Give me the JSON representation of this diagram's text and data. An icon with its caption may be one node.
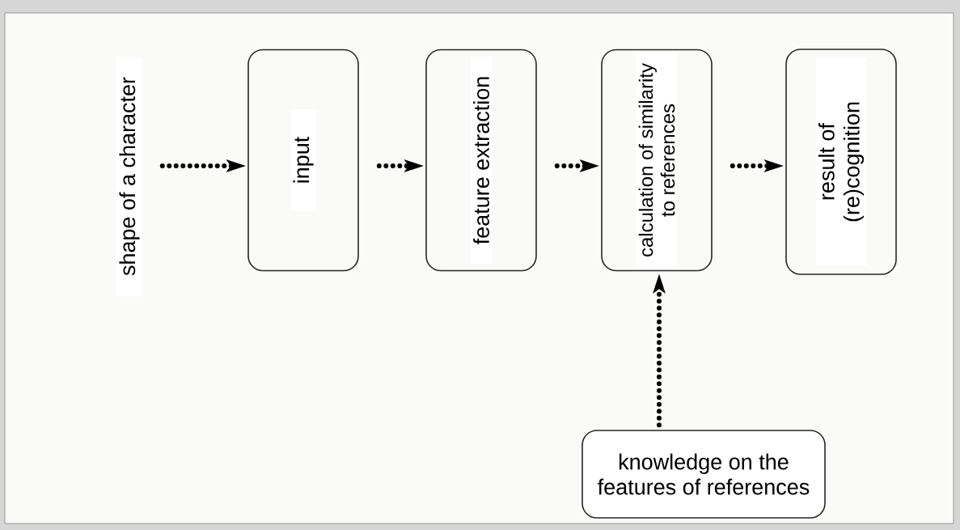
{
  "diagram": {
    "nodes": [
      {
        "text": [
          "shape of a character"
        ]
      },
      {
        "text": [
          "input"
        ]
      },
      {
        "text": [
          "feature extraction"
        ]
      },
      {
        "text": [
          "calculation of similarity to references"
        ]
      },
      {
        "text": [
          "result of (re)cognition"
        ]
      },
      {
        "text": [
          "knowledge on the features of references"
        ]
      }
    ],
    "edges": [
      {
        "from": 0,
        "to": 1,
        "arrow": "to"
      },
      {
        "from": 1,
        "to": 2,
        "arrow": "to"
      },
      {
        "from": 2,
        "to": 3,
        "arrow": "to"
      },
      {
        "from": 3,
        "to": 4,
        "arrow": "to"
      },
      {
        "from": 5,
        "to": 3,
        "arrow": "to"
      }
    ]
  }
}
